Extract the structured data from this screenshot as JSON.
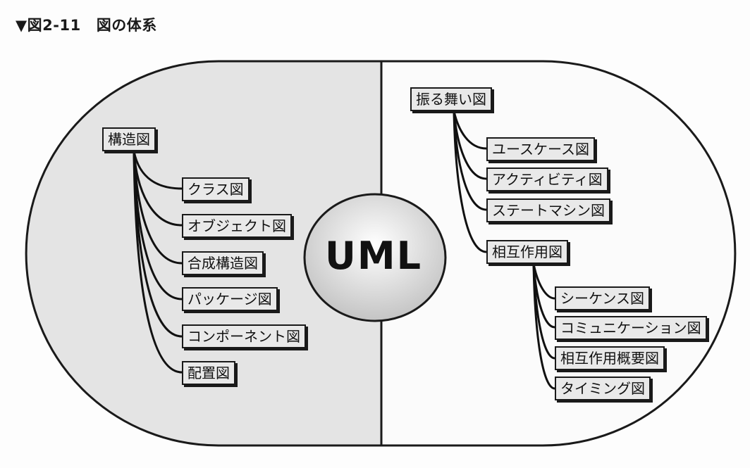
{
  "title": {
    "prefix": "▼図2-11",
    "text": "図の体系"
  },
  "center": "UML",
  "structure": {
    "root": "構造図",
    "children": [
      "クラス図",
      "オブジェクト図",
      "合成構造図",
      "パッケージ図",
      "コンポーネント図",
      "配置図"
    ]
  },
  "behavior": {
    "root": "振る舞い図",
    "children": [
      "ユースケース図",
      "アクティビティ図",
      "ステートマシン図",
      "相互作用図"
    ],
    "interaction_children": [
      "シーケンス図",
      "コミュニケーション図",
      "相互作用概要図",
      "タイミング図"
    ]
  }
}
